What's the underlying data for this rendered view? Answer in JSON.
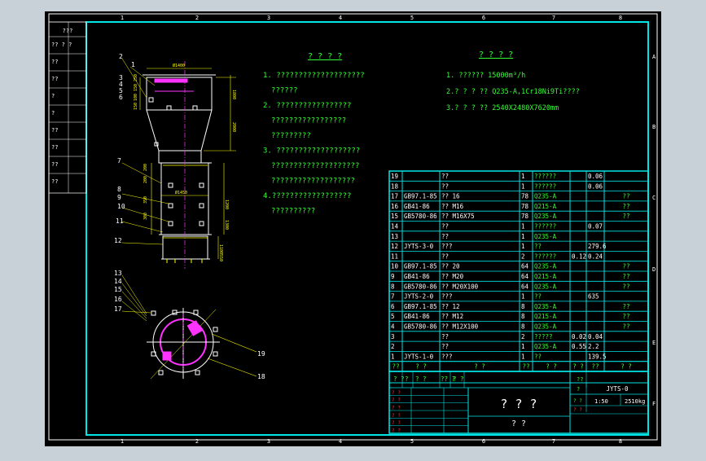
{
  "colors": {
    "background": "#c8d0d8",
    "paper": "#000000",
    "frame": "#00e5e5",
    "inner_frame": "#00e5e5",
    "text_white": "#ffffff",
    "text_green": "#33ff33",
    "accent_magenta": "#ff33ff",
    "accent_yellow": "#ffff00",
    "outer_border": "#ffffff"
  },
  "grid_numbers": [
    "1",
    "2",
    "3",
    "4",
    "5",
    "6",
    "7",
    "8"
  ],
  "grid_letters": [
    "A",
    "B",
    "C",
    "D",
    "E",
    "F"
  ],
  "left_strip": {
    "header": "???",
    "rows": [
      "?? ? ?",
      "??",
      "??",
      "?",
      "?",
      "??",
      "??",
      "??",
      "??"
    ]
  },
  "notes": {
    "title": "? ? ? ?",
    "items": [
      "1. ????????????????????",
      "??????",
      "2. ?????????????????",
      "?????????????????",
      "?????????",
      "3. ???????????????????",
      "????????????????????",
      "???????????????????",
      "4.??????????????????",
      "??????????"
    ]
  },
  "specs": {
    "title": "? ? ? ?",
    "items": [
      "1. ??????   15000m³/h",
      "2.? ? ? ??  Q235-A,1Cr18Ni9Ti????",
      "3.? ? ? ??  2540X2480X7620mm"
    ]
  },
  "parts_table": {
    "rows": [
      {
        "no": "19",
        "code": "",
        "name": "??",
        "qty": "1",
        "mat": "??????",
        "w1": "",
        "w2": "0.06",
        "note": ""
      },
      {
        "no": "18",
        "code": "",
        "name": "??",
        "qty": "1",
        "mat": "??????",
        "w1": "",
        "w2": "0.06",
        "note": ""
      },
      {
        "no": "17",
        "code": "GB97.1-85",
        "name": "??     16",
        "qty": "78",
        "mat": "Q235-A",
        "w1": "",
        "w2": "",
        "note": "??"
      },
      {
        "no": "16",
        "code": "GB41-86",
        "name": "??     M16",
        "qty": "78",
        "mat": "Q215-A",
        "w1": "",
        "w2": "",
        "note": "??"
      },
      {
        "no": "15",
        "code": "GB5780-86",
        "name": "??     M16X75",
        "qty": "78",
        "mat": "Q235-A",
        "w1": "",
        "w2": "",
        "note": "??"
      },
      {
        "no": "14",
        "code": "",
        "name": "??",
        "qty": "1",
        "mat": "??????",
        "w1": "",
        "w2": "0.07",
        "note": ""
      },
      {
        "no": "13",
        "code": "",
        "name": "??",
        "qty": "1",
        "mat": "Q235-A",
        "w1": "",
        "w2": "",
        "note": ""
      },
      {
        "no": "12",
        "code": "JYTS-3-0",
        "name": "???",
        "qty": "1",
        "mat": "??",
        "w1": "",
        "w2": "279.6",
        "note": ""
      },
      {
        "no": "11",
        "code": "",
        "name": "??",
        "qty": "2",
        "mat": "??????",
        "w1": "0.12",
        "w2": "0.24",
        "note": ""
      },
      {
        "no": "10",
        "code": "GB97.1-85",
        "name": "??      20",
        "qty": "64",
        "mat": "Q235-A",
        "w1": "",
        "w2": "",
        "note": "??"
      },
      {
        "no": "9",
        "code": "GB41-86",
        "name": "??     M20",
        "qty": "64",
        "mat": "Q215-A",
        "w1": "",
        "w2": "",
        "note": "??"
      },
      {
        "no": "8",
        "code": "GB5780-86",
        "name": "??     M20X100",
        "qty": "64",
        "mat": "Q235-A",
        "w1": "",
        "w2": "",
        "note": "??"
      },
      {
        "no": "7",
        "code": "JYTS-2-0",
        "name": "???",
        "qty": "1",
        "mat": "??",
        "w1": "",
        "w2": "635",
        "note": ""
      },
      {
        "no": "6",
        "code": "GB97.1-85",
        "name": "??      12",
        "qty": "8",
        "mat": "Q235-A",
        "w1": "",
        "w2": "",
        "note": "??"
      },
      {
        "no": "5",
        "code": "GB41-86",
        "name": "??      M12",
        "qty": "8",
        "mat": "Q215-A",
        "w1": "",
        "w2": "",
        "note": "??"
      },
      {
        "no": "4",
        "code": "GB5780-86",
        "name": "??      M12X100",
        "qty": "8",
        "mat": "Q235-A",
        "w1": "",
        "w2": "",
        "note": "??"
      },
      {
        "no": "3",
        "code": "",
        "name": "??",
        "qty": "2",
        "mat": "?????",
        "w1": "0.02",
        "w2": "0.04",
        "note": ""
      },
      {
        "no": "2",
        "code": "",
        "name": "??",
        "qty": "1",
        "mat": "Q235-A",
        "w1": "0.55",
        "w2": "2.2",
        "note": ""
      },
      {
        "no": "1",
        "code": "JYTS-1-0",
        "name": "???",
        "qty": "1",
        "mat": "??",
        "w1": "",
        "w2": "139.5",
        "note": ""
      }
    ],
    "header": {
      "no": "??",
      "code": "? ?",
      "name": "? ?",
      "qty": "??",
      "mat": "? ?",
      "w1": "? ?",
      "w2": "??",
      "note": "? ?"
    }
  },
  "title_block": {
    "drawing_no": "JYTS-0",
    "title_big": "? ? ?",
    "title_sub": "?   ?",
    "scale": "1:50",
    "weight": "2510kg",
    "left_labels": [
      "? ?",
      "?",
      "? ?",
      "?? ?",
      "? ?"
    ],
    "row_labels": [
      "? ?",
      "? ?",
      "? ?",
      "? ?",
      "? ?",
      "? ?"
    ],
    "small_a": "??",
    "small_b": "?",
    "small_c": "? ?",
    "small_d": "? ?"
  },
  "callouts": {
    "top": [
      "2",
      "1",
      "3",
      "4",
      "5",
      "6",
      "7",
      "8",
      "9",
      "10",
      "11",
      "12"
    ],
    "bottom": [
      "13",
      "14",
      "15",
      "16",
      "17",
      "19",
      "18"
    ]
  },
  "dimensions": {
    "top_dia": "Ø1400",
    "mid_dia": "Ø1450",
    "right_dims": [
      "1800",
      "2000",
      "1200",
      "1300",
      "1100",
      "550"
    ],
    "left_dims": [
      "250",
      "150",
      "100",
      "150",
      "200",
      "200",
      "350",
      "300"
    ]
  }
}
